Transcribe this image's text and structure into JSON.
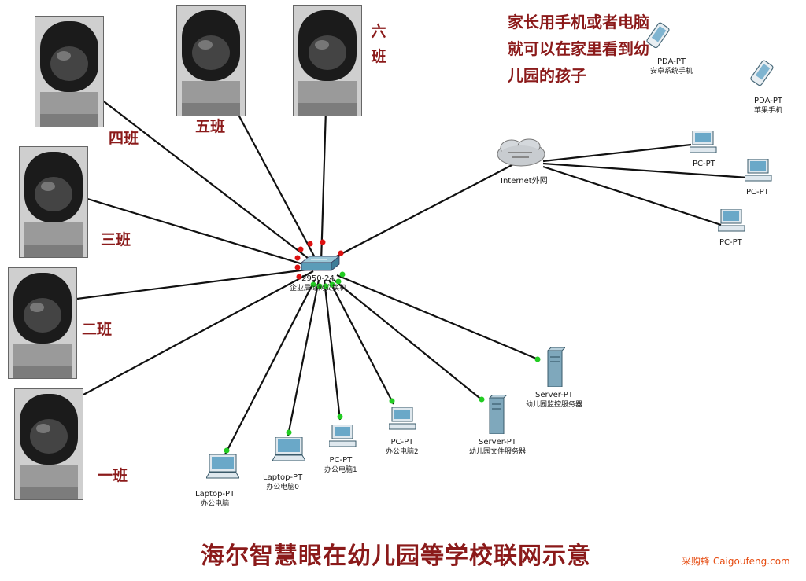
{
  "classes": {
    "liu": "六\n班",
    "wu": "五班",
    "si": "四班",
    "san": "三班",
    "er": "二班",
    "yi": "一班"
  },
  "switch": {
    "model": "2950-24",
    "name": "企业局域网交换机"
  },
  "internet": {
    "name": "Internet外网"
  },
  "parent_note": "家长用手机或者电脑就可以在家里看到幼儿园的孩子",
  "pda_android": {
    "model": "PDA-PT",
    "name": "安卓系统手机"
  },
  "pda_apple": {
    "model": "PDA-PT",
    "name": "苹果手机"
  },
  "home_pcs": [
    "PC-PT",
    "PC-PT",
    "PC-PT"
  ],
  "laptop0": {
    "model": "Laptop-PT",
    "name": "办公电脑"
  },
  "laptop1": {
    "model": "Laptop-PT",
    "name": "办公电脑0"
  },
  "pc1": {
    "model": "PC-PT",
    "name": "办公电脑1"
  },
  "pc2": {
    "model": "PC-PT",
    "name": "办公电脑2"
  },
  "file_server": {
    "model": "Server-PT",
    "name": "幼儿园文件服务器"
  },
  "monitor_server": {
    "model": "Server-PT",
    "name": "幼儿园监控服务器"
  },
  "title": "海尔智慧眼在幼儿园等学校联网示意",
  "watermark": "采购蜂 Caigoufeng.com",
  "colors": {
    "link": "#111111",
    "port_up": "#22cc22",
    "port_down": "#dd1111",
    "text_red": "#8b1a1a"
  }
}
